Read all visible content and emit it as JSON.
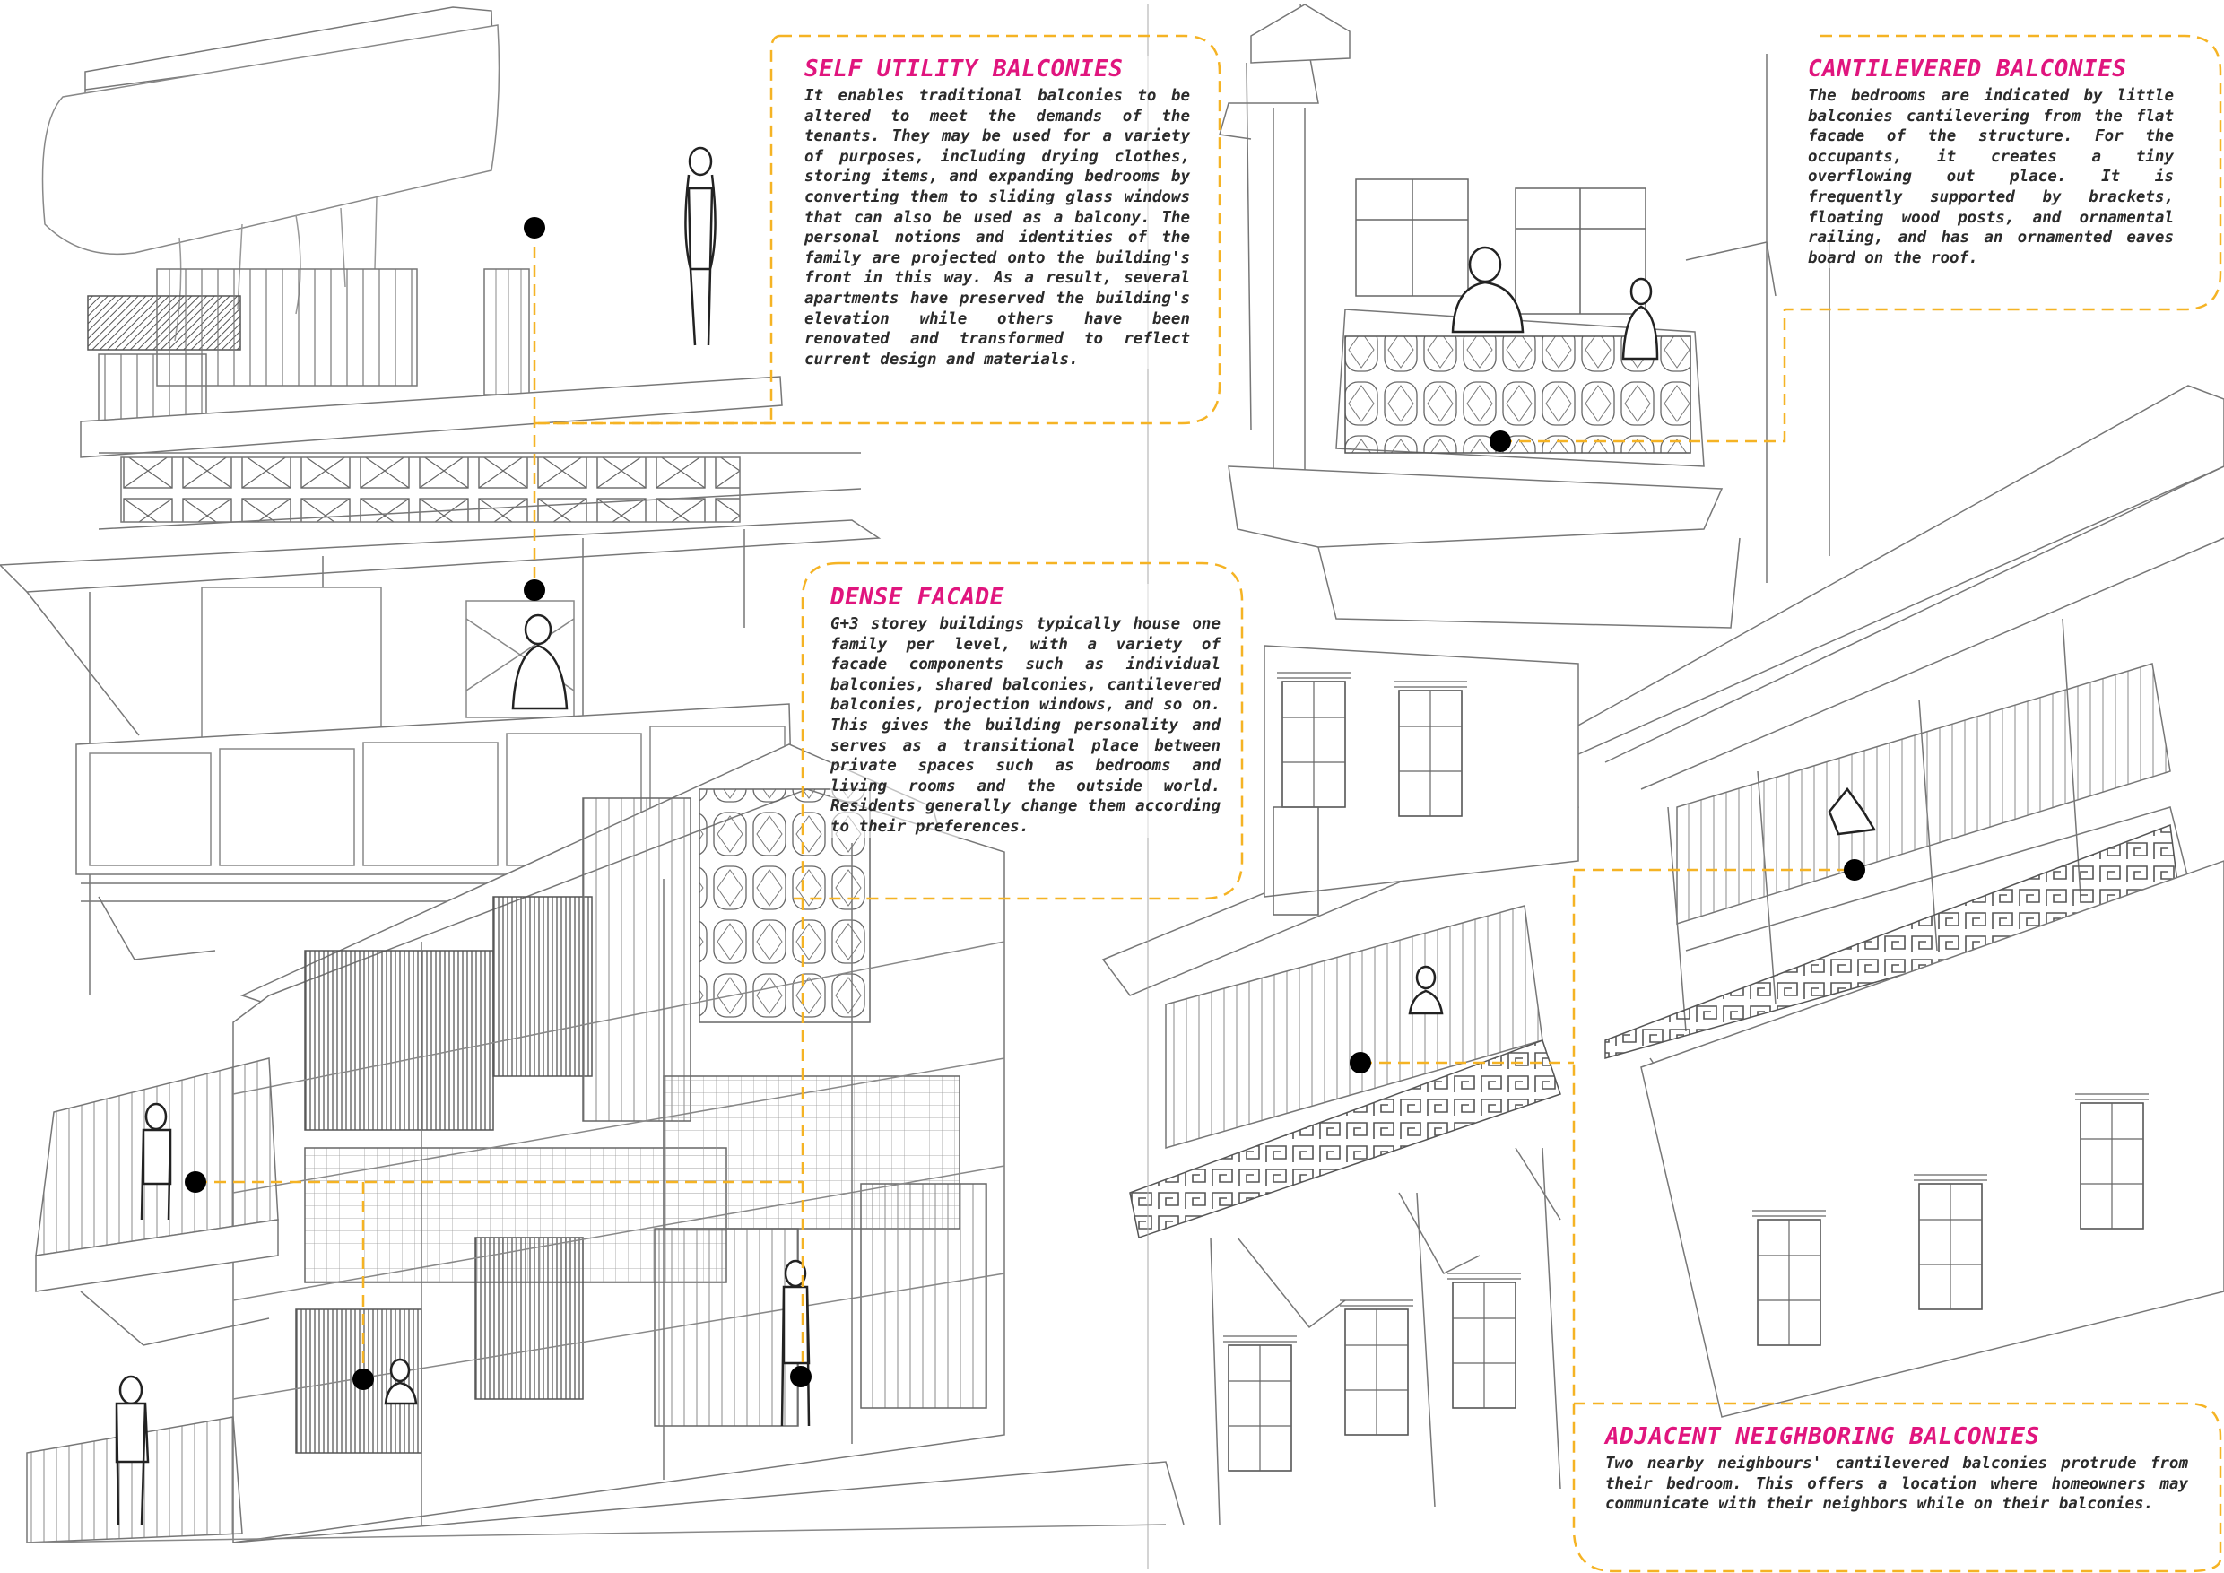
{
  "colors": {
    "title": "#e0157e",
    "leader": "#f5b324",
    "ink": "#2b2b2b",
    "dot": "#000000"
  },
  "callouts": {
    "self_utility": {
      "title": "SELF UTILITY BALCONIES",
      "body": "It enables traditional balconies to be altered to meet the demands of the tenants. They may be used for a variety of purposes, including drying clothes, storing items, and expanding bedrooms by converting them to sliding glass windows that can also be used as a balcony. The personal notions and identities of the family are projected onto the building's front in this way. As a result, several apartments have preserved the building's elevation while others have been renovated and transformed to reflect current design and materials."
    },
    "cantilevered": {
      "title": "CANTILEVERED BALCONIES",
      "body": "The bedrooms are indicated by little balconies cantilevering from the flat facade of the structure. For the occupants, it creates a tiny overflowing out place. It is frequently supported by brackets, floating wood posts, and ornamental railing, and has an ornamented eaves board on the roof."
    },
    "dense_facade": {
      "title": "DENSE FACADE",
      "body": "G+3 storey buildings typically house one family per level, with a variety of facade components such as individual balconies, shared balconies, cantilevered balconies, projection windows, and so on. This gives the building personality and serves as a transitional place between private spaces such as bedrooms and living rooms and the outside world. Residents generally change them according to their preferences."
    },
    "adjacent": {
      "title": "ADJACENT NEIGHBORING BALCONIES",
      "body": "Two nearby neighbours' cantilevered balconies protrude from their bedroom. This offers a location where homeowners may communicate with their neighbors while on their balconies."
    }
  }
}
